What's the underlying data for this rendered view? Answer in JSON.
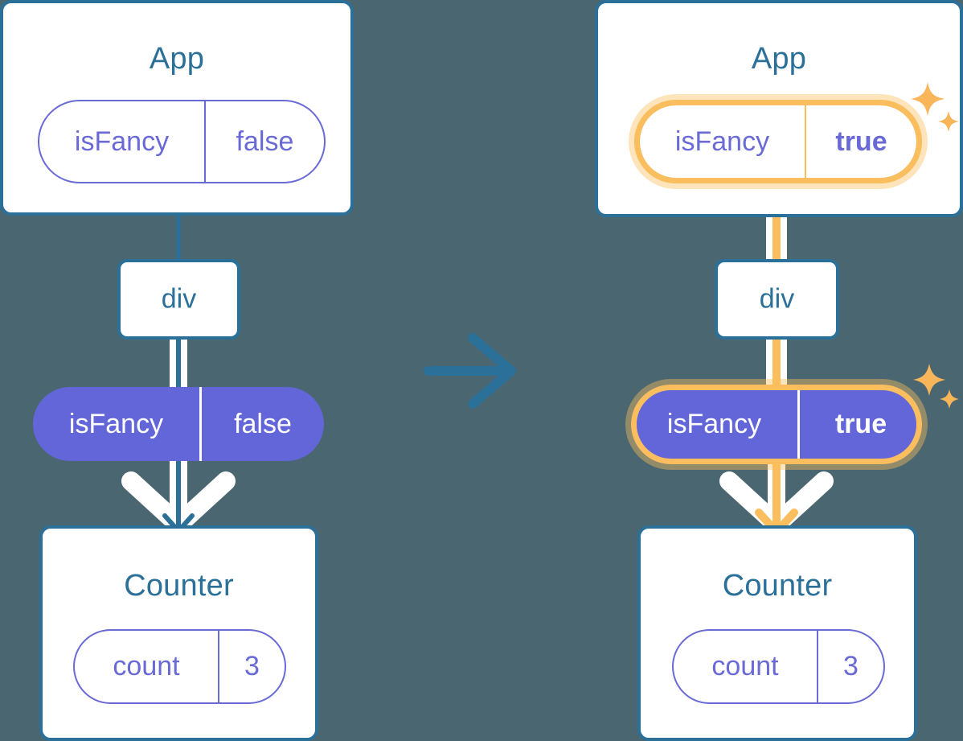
{
  "meta": {
    "background_color": "#4a6670",
    "blue": "#2b7099",
    "purple": "#6366d8",
    "purple_outline": "#6a6ad6",
    "orange": "#fbbe5e",
    "orange_halo": "#fbdfb0",
    "white": "#ffffff"
  },
  "panels": [
    {
      "id": "before",
      "app": {
        "title": "App",
        "state_pill": {
          "name": "isFancy",
          "value": "false",
          "style": "outline",
          "highlighted": false
        }
      },
      "div": {
        "label": "div"
      },
      "prop_pill": {
        "name": "isFancy",
        "value": "false",
        "style": "filled",
        "highlighted": false
      },
      "counter": {
        "title": "Counter",
        "state_pill": {
          "name": "count",
          "value": "3",
          "style": "outline",
          "highlighted": false
        }
      },
      "sparkles": false
    },
    {
      "id": "after",
      "app": {
        "title": "App",
        "state_pill": {
          "name": "isFancy",
          "value": "true",
          "style": "outline",
          "highlighted": true
        }
      },
      "div": {
        "label": "div"
      },
      "prop_pill": {
        "name": "isFancy",
        "value": "true",
        "style": "filled",
        "highlighted": true
      },
      "counter": {
        "title": "Counter",
        "state_pill": {
          "name": "count",
          "value": "3",
          "style": "outline",
          "highlighted": false
        }
      },
      "sparkles": true
    }
  ],
  "transition": {
    "icon": "right-arrow-icon",
    "color": "#2b7099"
  },
  "icons": {
    "sparkle_large": "sparkle-icon",
    "sparkle_small": "sparkle-icon",
    "down_arrow": "down-arrow-icon",
    "flow_line": "flow-line"
  }
}
